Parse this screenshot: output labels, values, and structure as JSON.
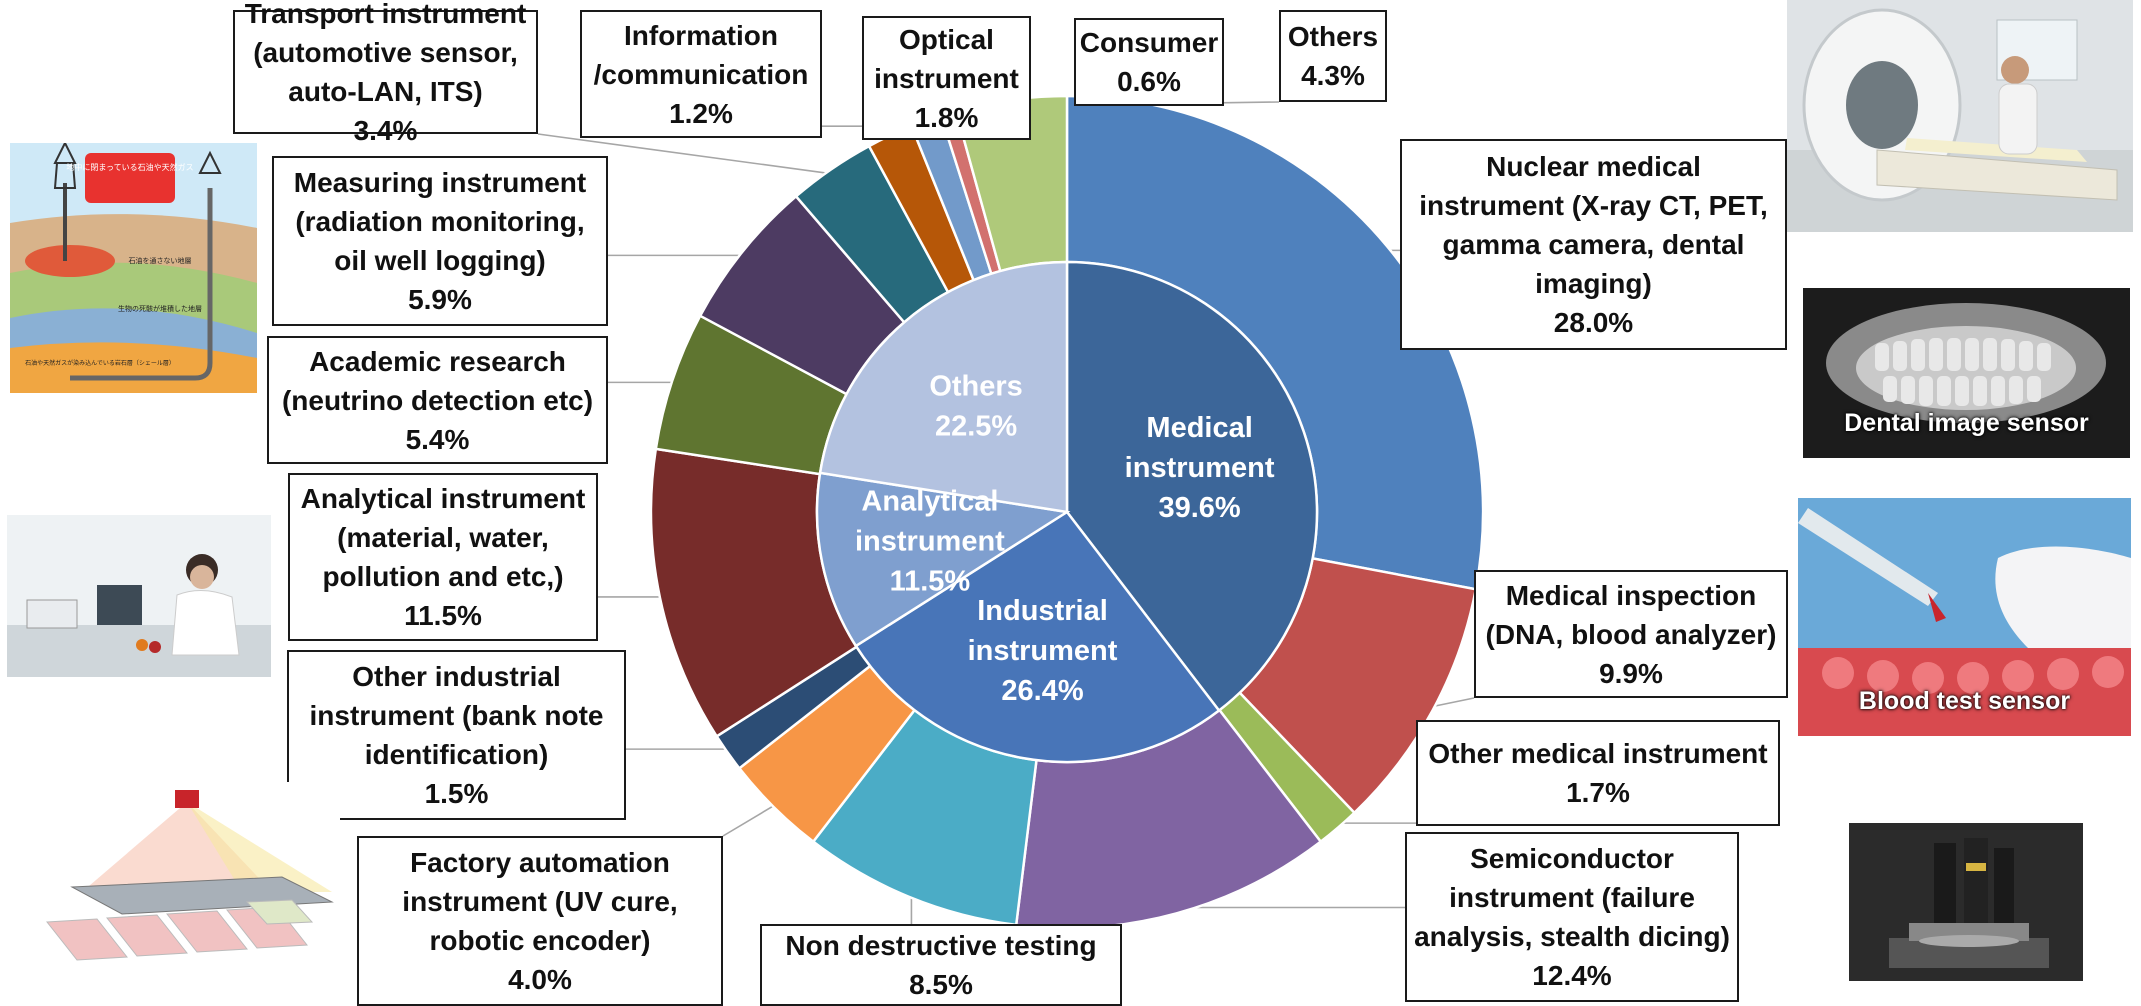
{
  "chart_data": {
    "type": "pie",
    "subtype": "sunburst-donut",
    "inner_ring": [
      {
        "name": "Medical\ninstrument",
        "value": 39.6,
        "value_label": "39.6%",
        "color": "#3c6699"
      },
      {
        "name": "Industrial\ninstrument",
        "value": 26.4,
        "value_label": "26.4%",
        "color": "#4875b8"
      },
      {
        "name": "Analytical\ninstrument",
        "value": 11.5,
        "value_label": "11.5%",
        "color": "#7f9fcf"
      },
      {
        "name": "Others",
        "value": 22.5,
        "value_label": "22.5%",
        "color": "#b3c2e0"
      }
    ],
    "outer_ring": [
      {
        "name": "Nuclear medical\ninstrument   (X-ray CT, PET,\ngamma camera, dental\nimaging)",
        "value": 28.0,
        "value_label": "28.0%",
        "color": "#4f81bd",
        "group": "Medical instrument"
      },
      {
        "name": "Medical inspection\n(DNA, blood analyzer)",
        "value": 9.9,
        "value_label": "9.9%",
        "color": "#c0504d",
        "group": "Medical instrument"
      },
      {
        "name": "Other medical instrument",
        "value": 1.7,
        "value_label": "1.7%",
        "color": "#9bbb59",
        "group": "Medical instrument"
      },
      {
        "name": "Semiconductor\ninstrument  (failure\nanalysis, stealth dicing)",
        "value": 12.4,
        "value_label": "12.4%",
        "color": "#8064a2",
        "group": "Industrial instrument"
      },
      {
        "name": "Non destructive testing",
        "value": 8.5,
        "value_label": "8.5%",
        "color": "#4bacc6",
        "group": "Industrial instrument"
      },
      {
        "name": "Factory automation\ninstrument  (UV cure,\nrobotic encoder)",
        "value": 4.0,
        "value_label": "4.0%",
        "color": "#f79646",
        "group": "Industrial instrument"
      },
      {
        "name": "Other industrial\ninstrument  (bank note\nidentification)",
        "value": 1.5,
        "value_label": "1.5%",
        "color": "#2c4d75",
        "group": "Industrial instrument"
      },
      {
        "name": "Analytical instrument\n(material, water,\npollution and etc,)",
        "value": 11.5,
        "value_label": "11.5%",
        "color": "#772c2a",
        "group": "Analytical instrument"
      },
      {
        "name": "Academic research\n(neutrino detection etc)",
        "value": 5.4,
        "value_label": "5.4%",
        "color": "#5f7530",
        "group": "Others"
      },
      {
        "name": "Measuring instrument\n(radiation monitoring,\noil well logging)",
        "value": 5.9,
        "value_label": "5.9%",
        "color": "#4d3b62",
        "group": "Others"
      },
      {
        "name": "Transport instrument\n(automotive sensor,\nauto-LAN, ITS)",
        "value": 3.4,
        "value_label": "3.4%",
        "color": "#276a7c",
        "group": "Others"
      },
      {
        "name": "Optical\ninstrument",
        "value": 1.8,
        "value_label": "1.8%",
        "color": "#b65708",
        "group": "Others"
      },
      {
        "name": "Information\n/communication",
        "value": 1.2,
        "value_label": "1.2%",
        "color": "#729aca",
        "group": "Others"
      },
      {
        "name": "Consumer",
        "value": 0.6,
        "value_label": "0.6%",
        "color": "#d2716e",
        "group": "Others"
      },
      {
        "name": "Others",
        "value": 4.3,
        "value_label": "4.3%",
        "color": "#afc97a",
        "group": "Others"
      }
    ],
    "start_angle": "12 o'clock",
    "direction": "clockwise"
  },
  "photos": {
    "dental_caption": "Dental image sensor",
    "blood_caption": "Blood test sensor",
    "oil_well_bubble": "地中に閉まっている石油や天然ガス",
    "oil_layer_label_1": "石油を通さない地層",
    "oil_layer_label_2": "生物の死骸が堆積した地層",
    "oil_layer_label_3": "石油や天然ガスが染み込んでいる岩石層（シェール層）"
  }
}
